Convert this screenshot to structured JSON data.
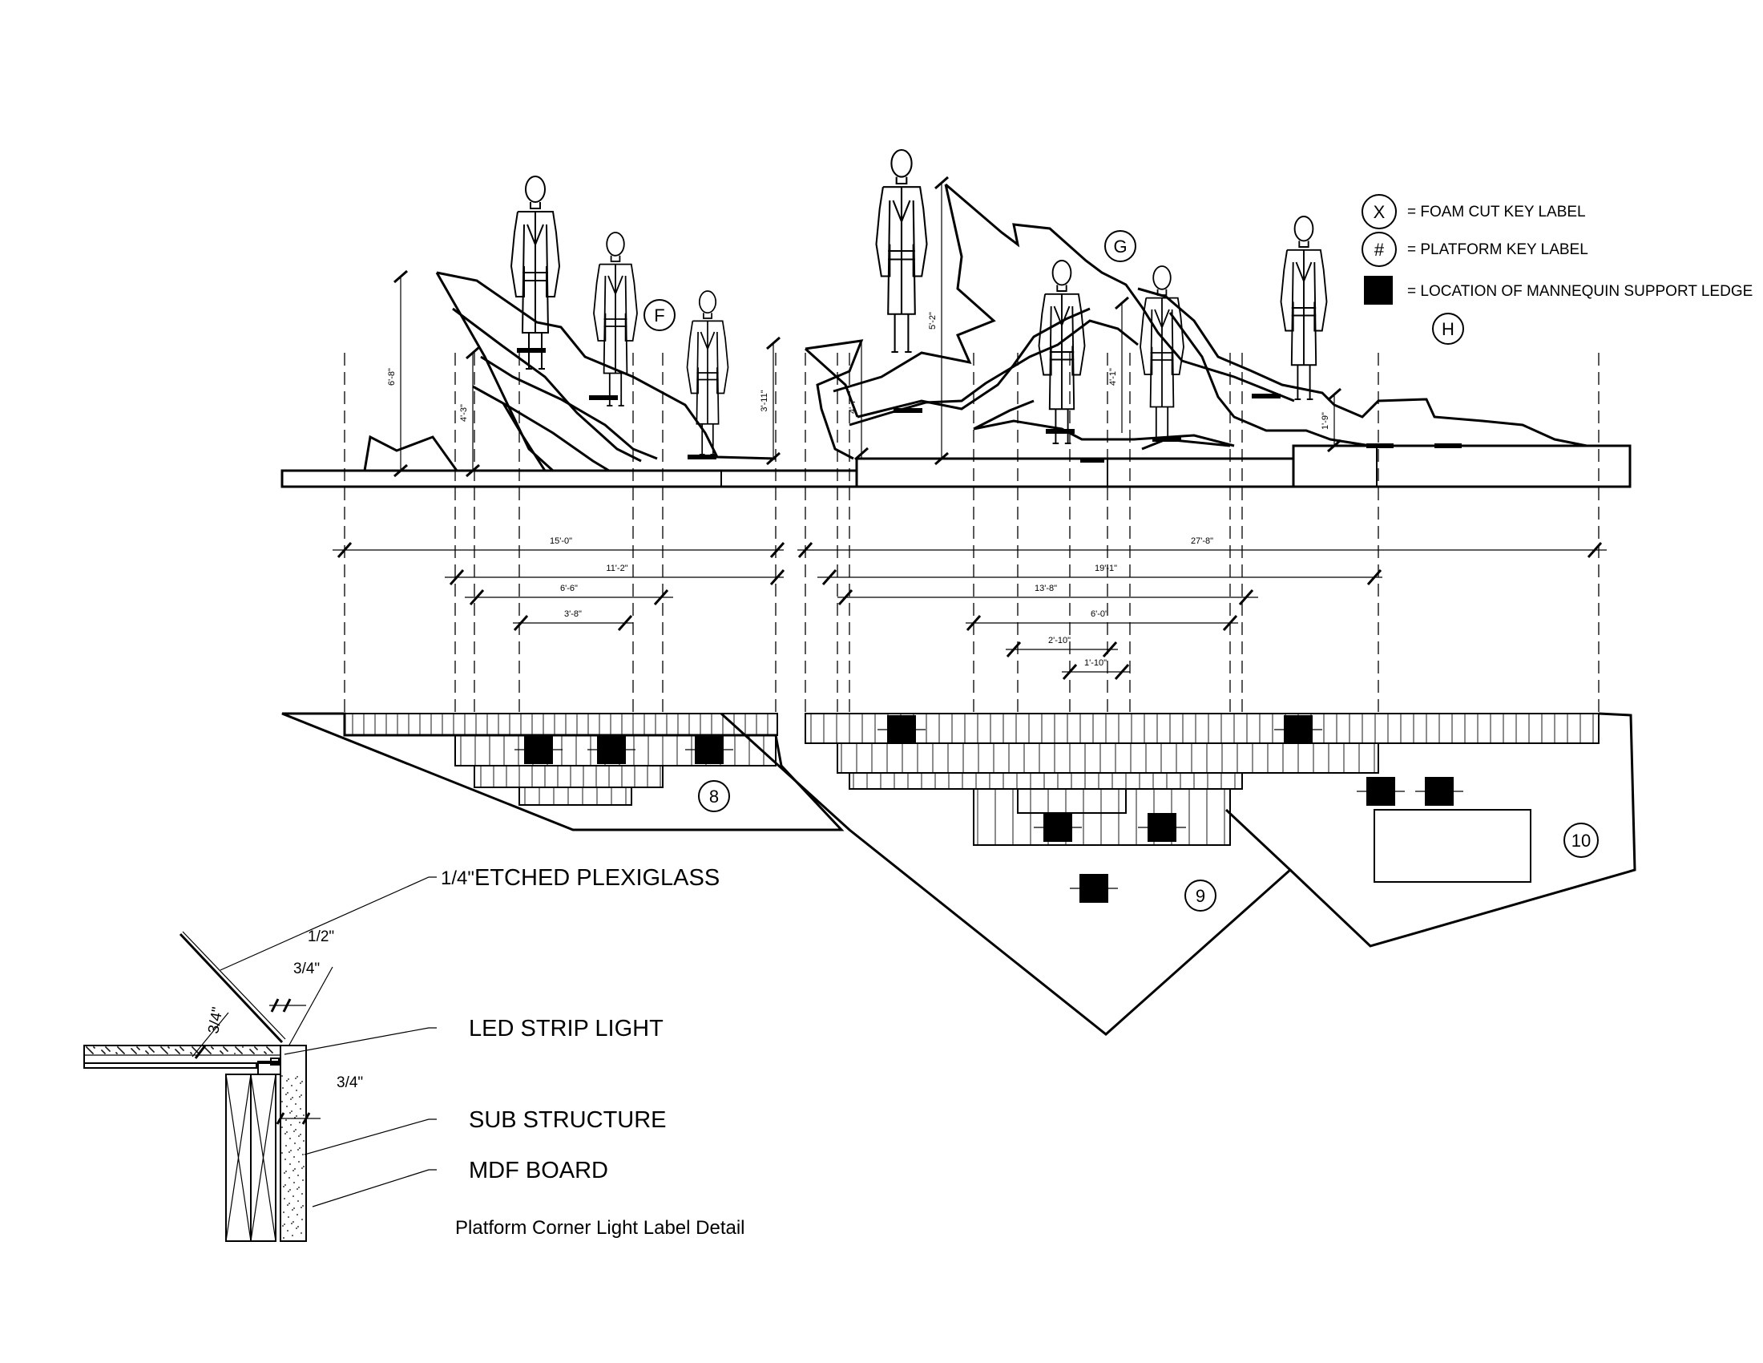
{
  "legend": {
    "foam_cut_symbol": "X",
    "foam_cut_text": "= FOAM CUT KEY LABEL",
    "platform_symbol": "#",
    "platform_text": "= PLATFORM KEY LABEL",
    "support_text": "= LOCATION OF MANNEQUIN SUPPORT LEDGE"
  },
  "foam_labels": [
    "F",
    "G",
    "H"
  ],
  "platform_labels": [
    "8",
    "9",
    "10"
  ],
  "dimensions": {
    "overall_left": "15'-0\"",
    "left_2": "11'-2\"",
    "left_3": "6'-6\"",
    "left_4": "3'-8\"",
    "overall_right": "27'-8\"",
    "right_2": "19'-1\"",
    "right_3": "13'-8\"",
    "right_4": "6'-0\"",
    "right_5": "2'-10\"",
    "right_6": "1'-10\"",
    "h1": "6'-8\"",
    "h2": "4'-3\"",
    "h3": "3'-11\"",
    "h4": "4'-7\"",
    "h5": "5'-2\"",
    "h6": "4'-1\"",
    "h7": "1'-9\""
  },
  "detail": {
    "plexi": "ETCHED PLEXIGLASS",
    "plexi_fraction": "1/4\"",
    "led": "LED STRIP LIGHT",
    "sub": "SUB STRUCTURE",
    "mdf": "MDF BOARD",
    "caption": "Platform Corner Light Label Detail",
    "dim_half": "1/2\"",
    "dim_three_quarter_a": "3/4\"",
    "dim_three_quarter_b": "3/4\"",
    "dim_three_quarter_c": "3/4\""
  }
}
